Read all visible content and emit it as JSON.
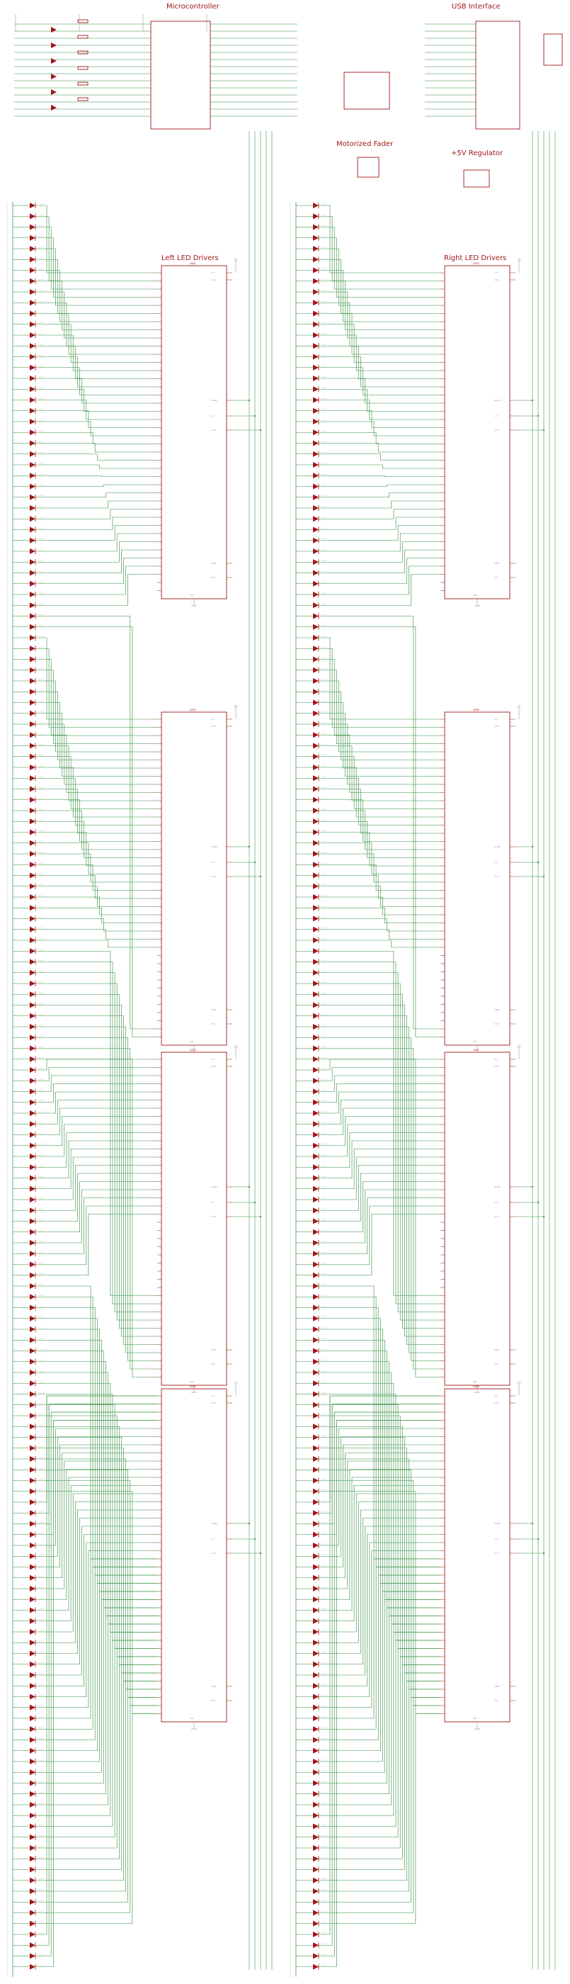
{
  "sections": {
    "microcontroller": "Microcontroller",
    "usb_interface": "USB Interface",
    "motorized_fader": "Motorized Fader",
    "regulator": "+5V Regulator",
    "left_drivers": "Left LED Drivers",
    "right_drivers": "Right LED Drivers"
  },
  "colors": {
    "part": "#a01818",
    "wire": "#2e8b3a",
    "text": "#9a9a9a"
  },
  "left_chips": [
    "LED1",
    "LED2",
    "LED3",
    "LED4"
  ],
  "right_chips": [
    "LED5",
    "LED6",
    "LED7",
    "LED8"
  ],
  "driver_pins": {
    "blank": "BLANK",
    "latch": "LAT",
    "sclk": "SCLK",
    "sin": "SIN",
    "sout": "SOUT",
    "xerr": "XERR",
    "vcc": "VCC",
    "gnd": "GND"
  }
}
